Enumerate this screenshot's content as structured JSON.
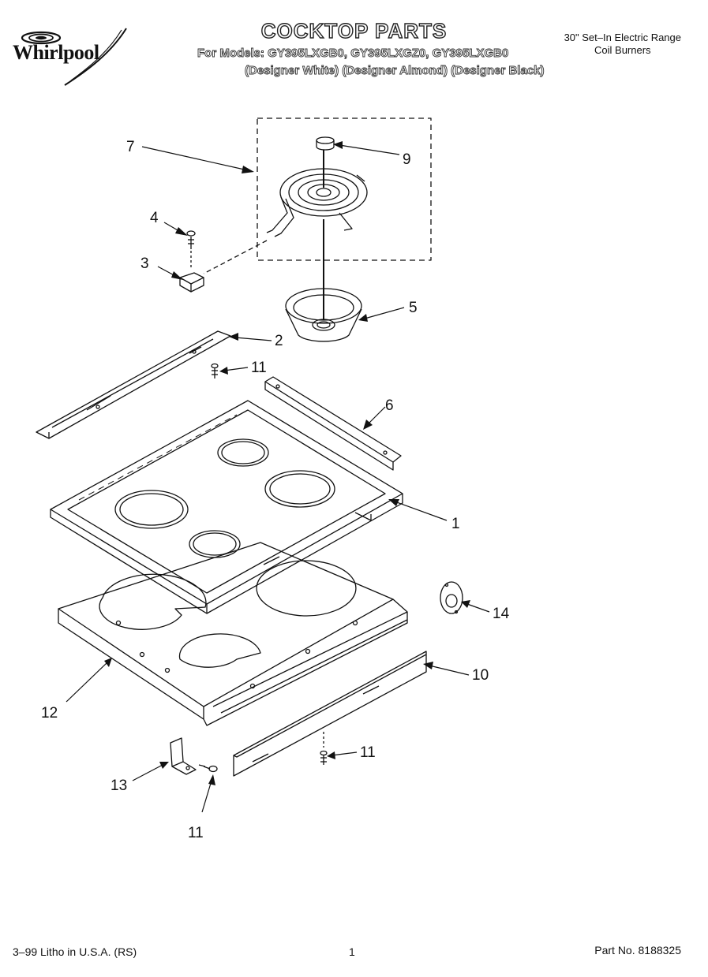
{
  "header": {
    "brand": "Whirlpool",
    "title": "COCKTOP PARTS",
    "models_line": "For Models: GY395LXGB0, GY395LXGZ0, GY395LXGB0",
    "variants_line": "(Designer White) (Designer Almond) (Designer Black)",
    "range_type": "30\" Set–In Electric Range",
    "burner_type": "Coil Burners"
  },
  "footer": {
    "litho": "3–99 Litho in U.S.A. (RS)",
    "page": "1",
    "part_no": "Part No. 8188325"
  },
  "callouts": {
    "c1": "1",
    "c2": "2",
    "c3": "3",
    "c4": "4",
    "c5": "5",
    "c6": "6",
    "c7": "7",
    "c9": "9",
    "c10": "10",
    "c11a": "11",
    "c11b": "11",
    "c11c": "11",
    "c12": "12",
    "c13": "13",
    "c14": "14"
  }
}
